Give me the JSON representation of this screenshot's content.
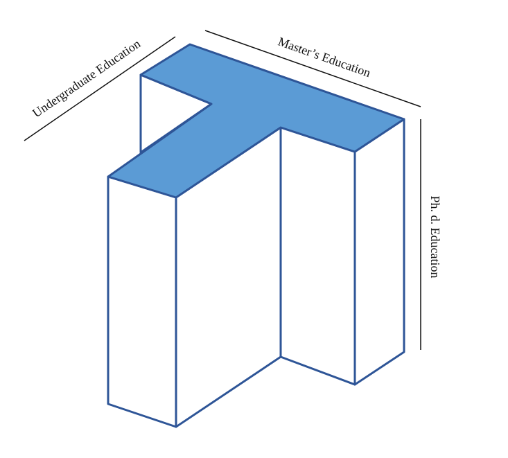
{
  "labels": {
    "undergraduate": "Undergraduate Education",
    "masters": "Master’s Education",
    "phd": "Ph. d. Education"
  },
  "colors": {
    "top_face": "#5b9bd5",
    "edge": "#2e5597",
    "face": "#ffffff",
    "guide_line": "#111111"
  }
}
